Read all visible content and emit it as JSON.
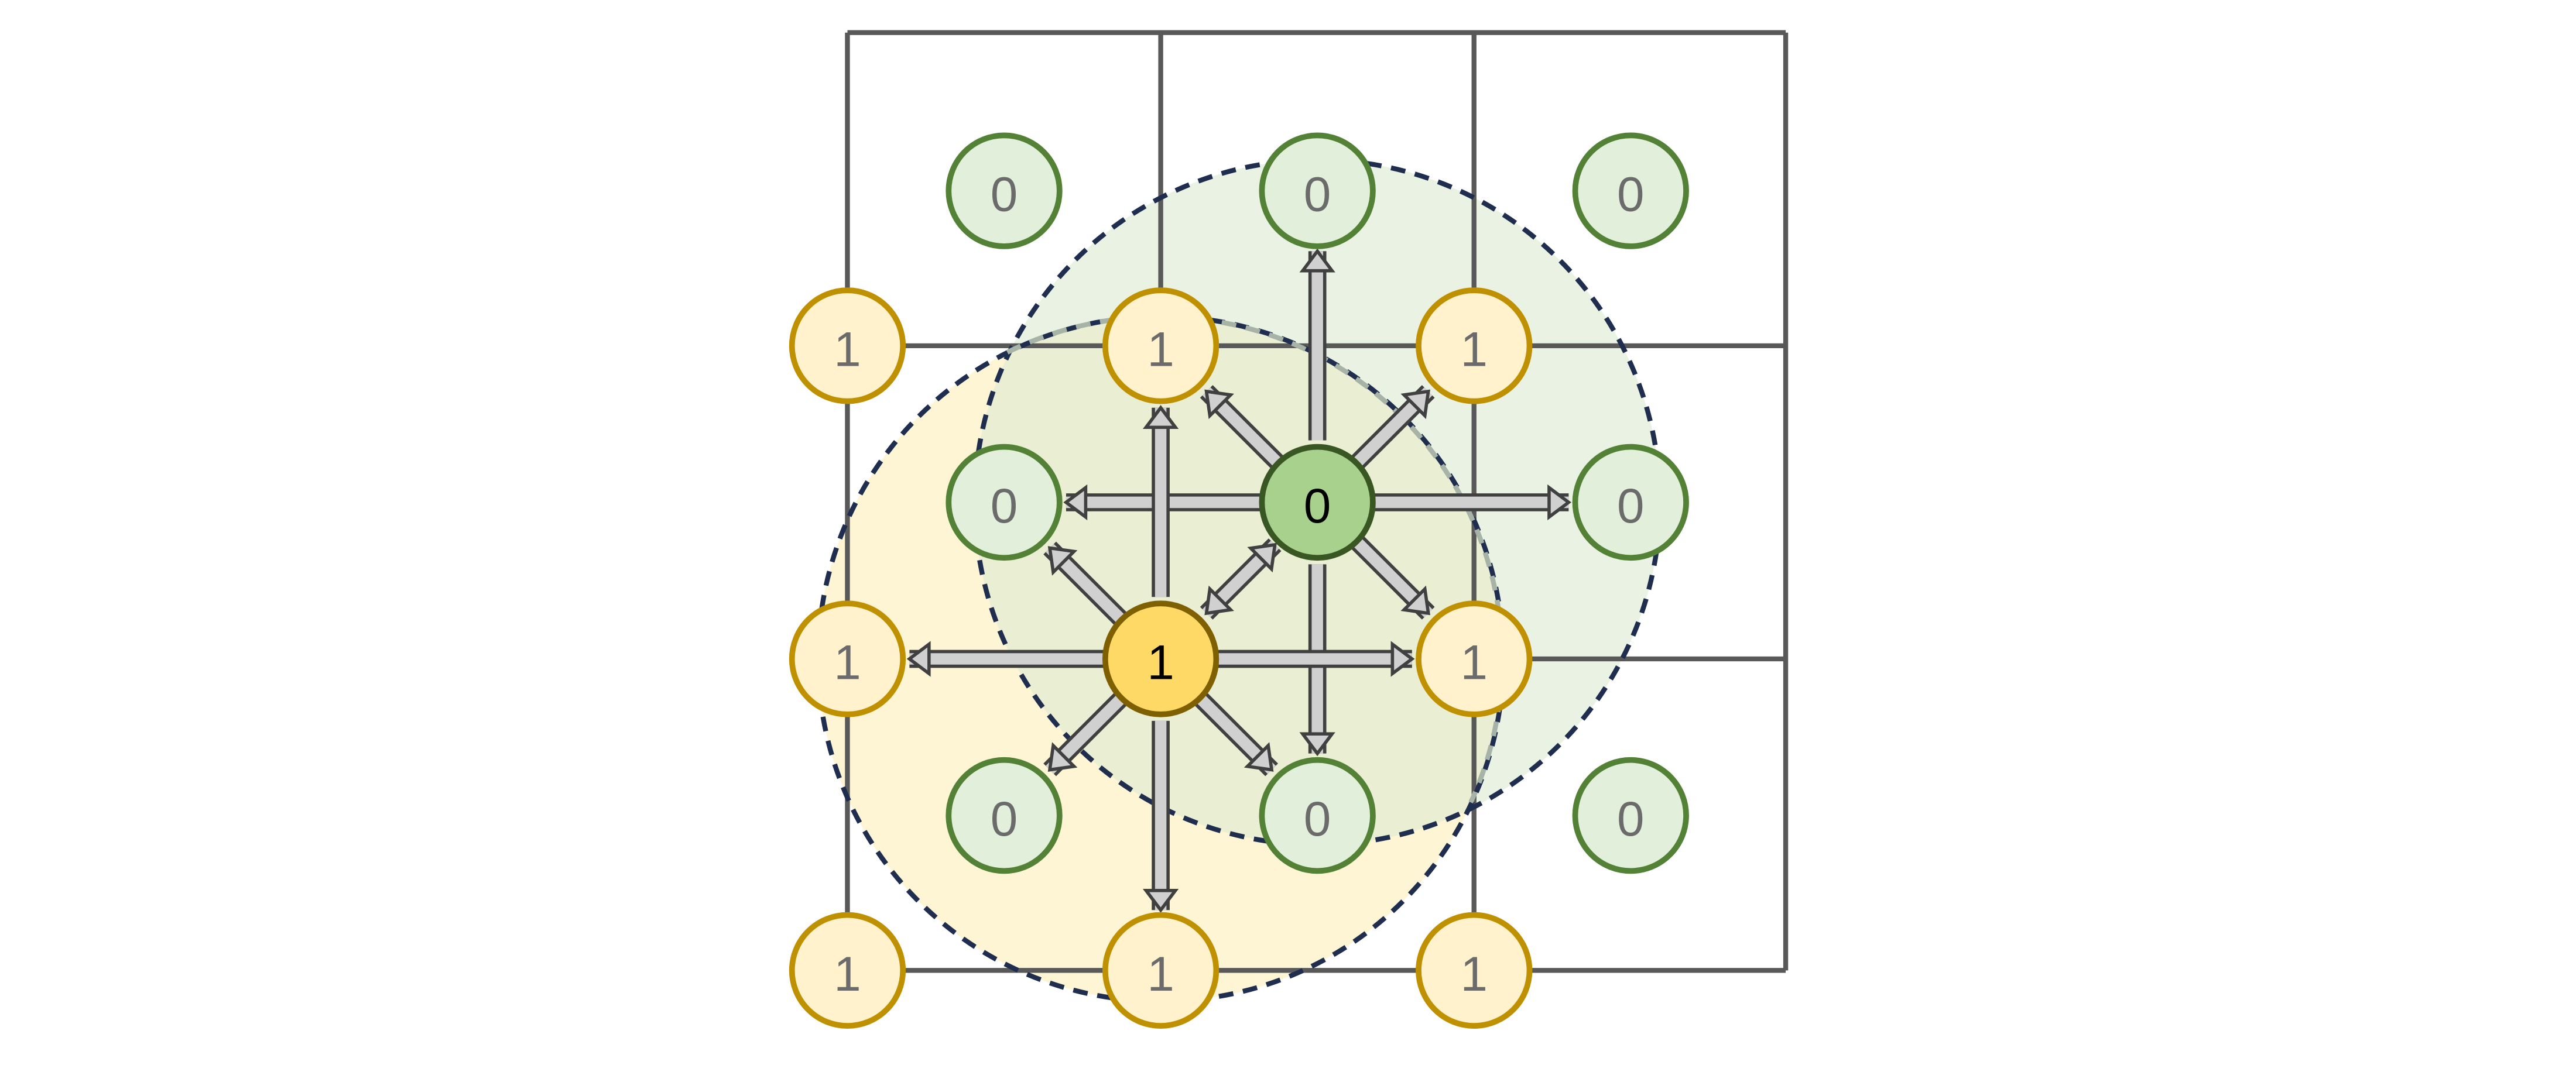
{
  "diagram": {
    "colors": {
      "grid_line": "#595959",
      "dashed_circle": "#1f2d4f",
      "dashed_circle_inner": "#a8b3a8",
      "green_region_fill": "#dce9d1",
      "yellow_region_fill": "#fdf1c6",
      "green_node_fill": "#e2efda",
      "green_node_stroke": "#538135",
      "green_center_fill": "#a9d18e",
      "green_center_stroke": "#385723",
      "yellow_node_fill": "#fff2cc",
      "yellow_node_stroke": "#bf9000",
      "yellow_center_fill": "#ffd966",
      "yellow_center_stroke": "#7f6000",
      "arrow_fill": "#d0d0d0",
      "arrow_stroke": "#404040",
      "node_text": "#6b6b6b",
      "center_text": "#000000"
    },
    "green_nodes": [
      {
        "label": "0"
      },
      {
        "label": "0"
      },
      {
        "label": "0"
      },
      {
        "label": "0"
      },
      {
        "label": "0"
      },
      {
        "label": "0"
      },
      {
        "label": "0"
      },
      {
        "label": "0"
      }
    ],
    "yellow_nodes": [
      {
        "label": "1"
      },
      {
        "label": "1"
      },
      {
        "label": "1"
      },
      {
        "label": "1"
      },
      {
        "label": "1"
      },
      {
        "label": "1"
      },
      {
        "label": "1"
      },
      {
        "label": "1"
      }
    ],
    "green_center": {
      "label": "0"
    },
    "yellow_center": {
      "label": "1"
    }
  }
}
